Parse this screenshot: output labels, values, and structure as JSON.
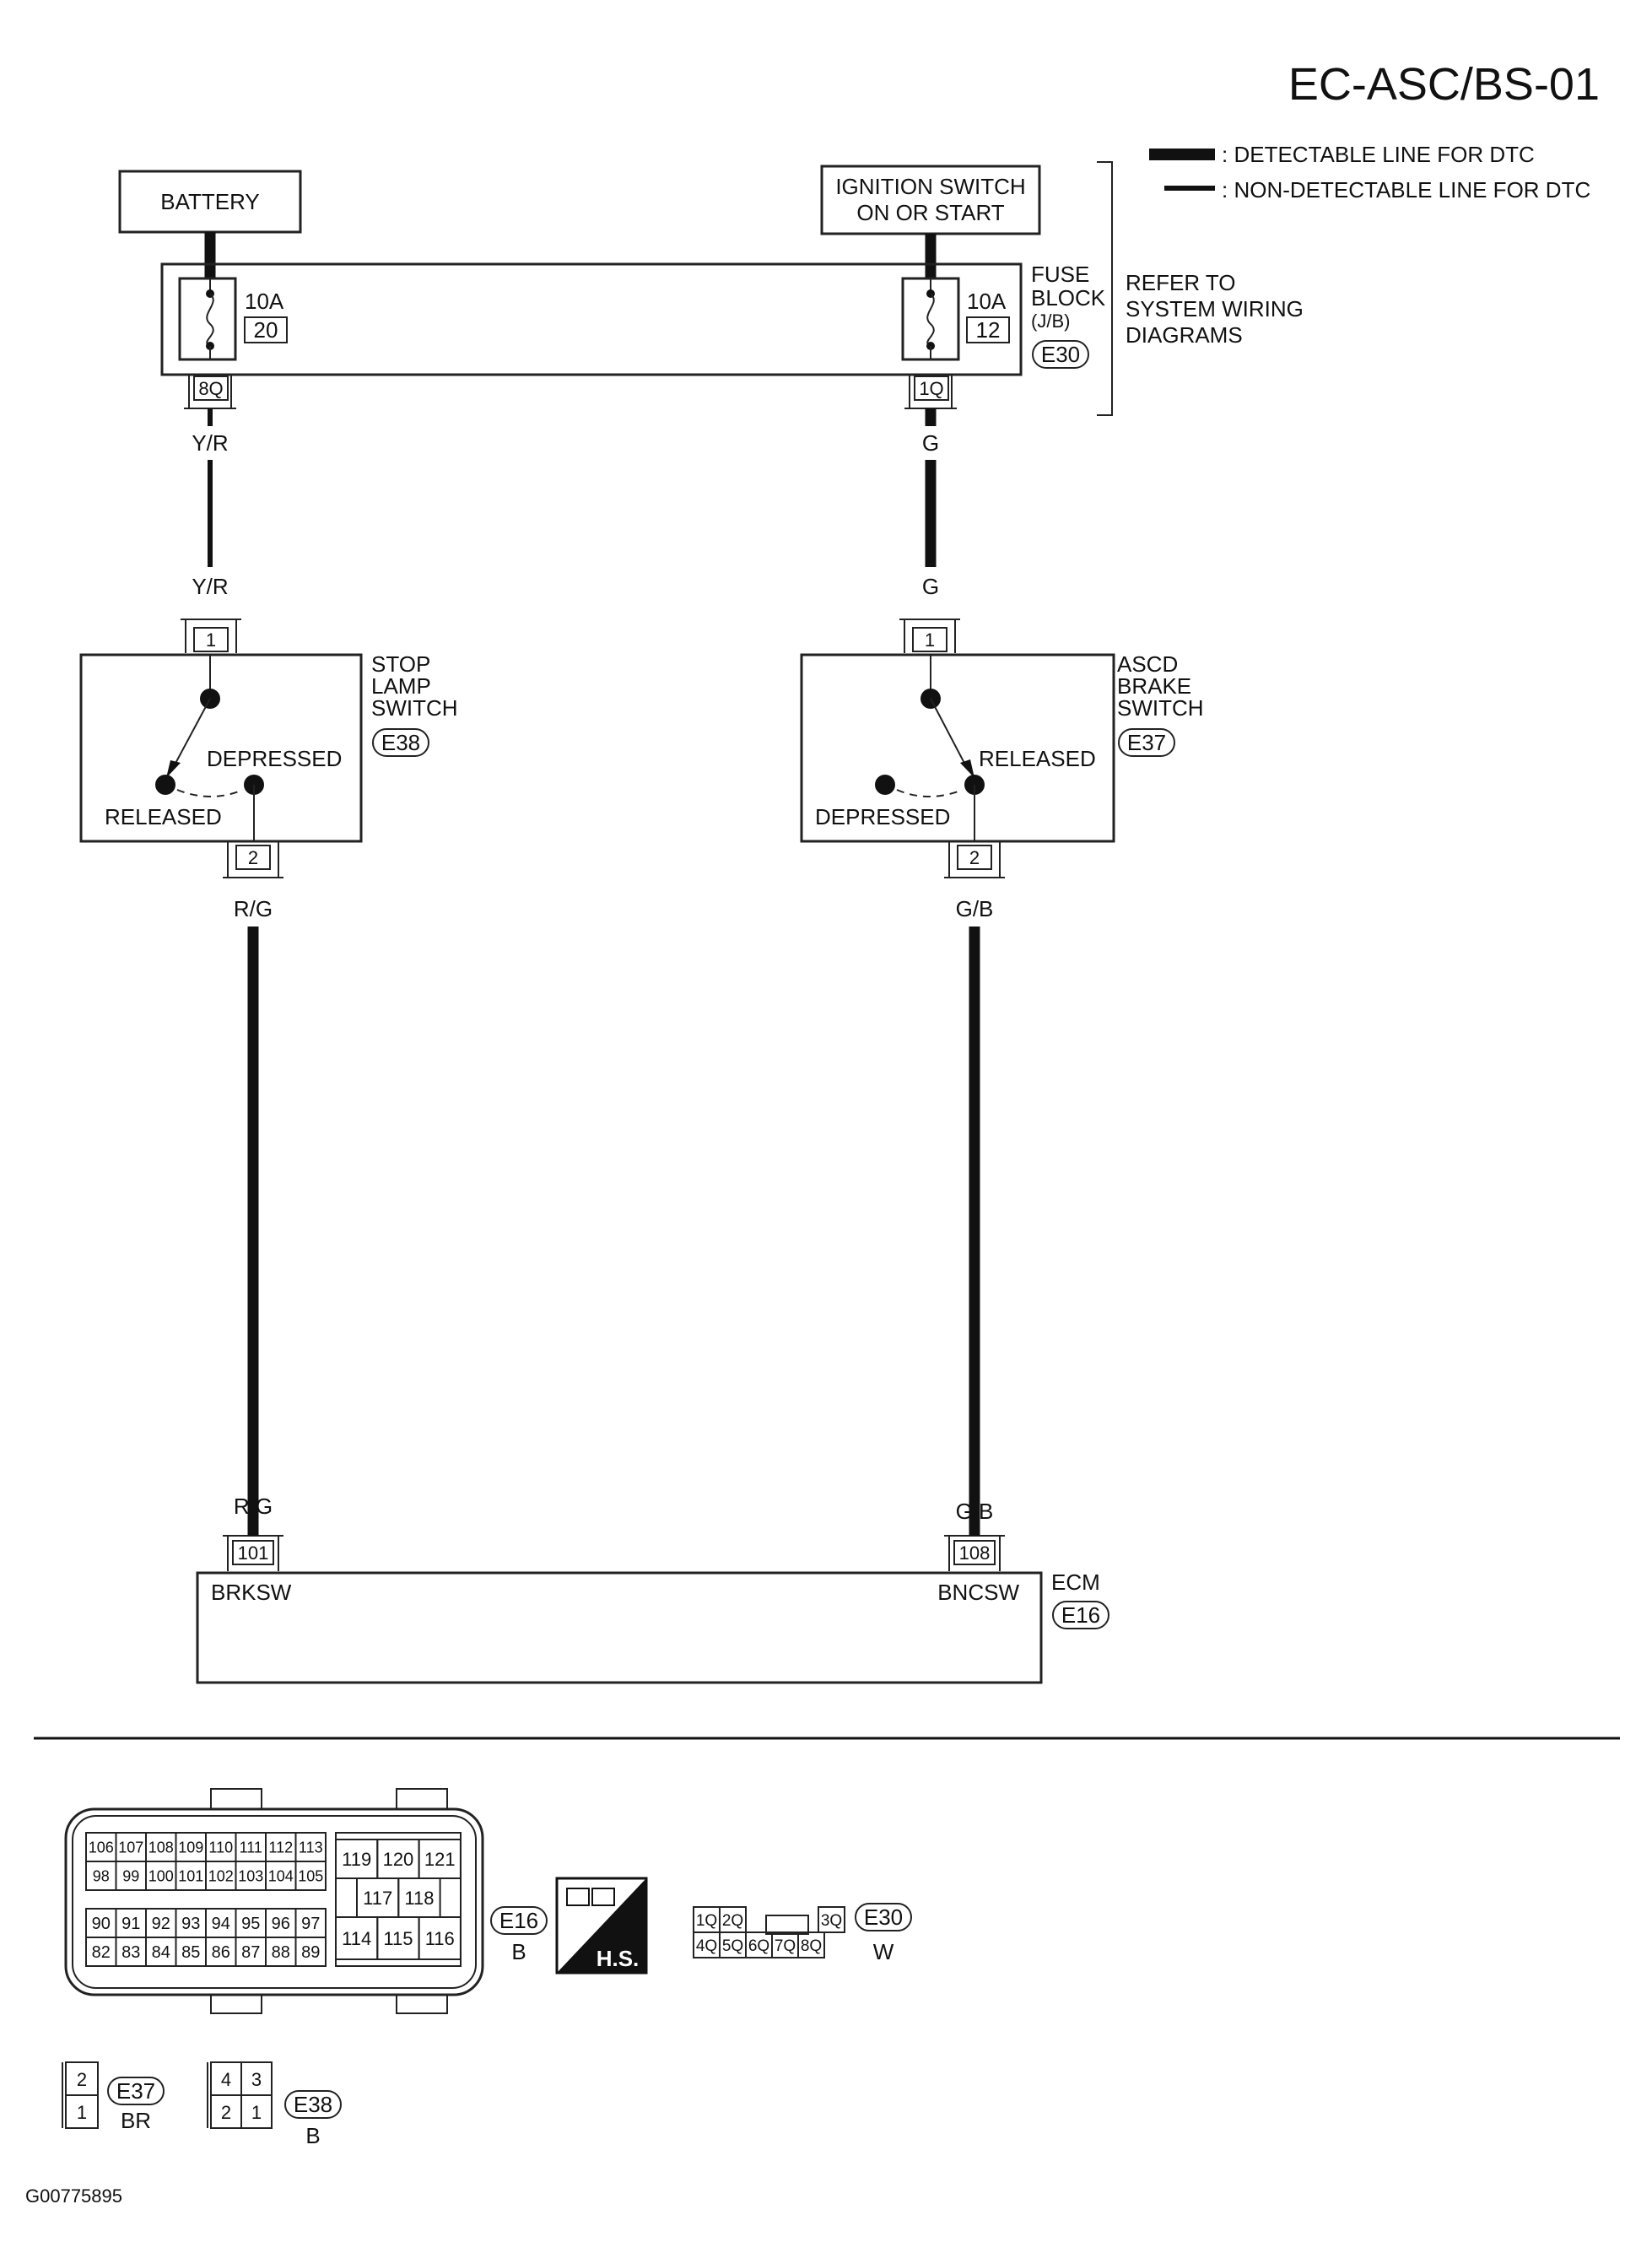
{
  "title": "EC-ASC/BS-01",
  "legend": {
    "detectable": ": DETECTABLE LINE FOR DTC",
    "non_detectable": ": NON-DETECTABLE LINE FOR DTC"
  },
  "refer_note": {
    "line1": "REFER TO",
    "line2": "SYSTEM WIRING",
    "line3": "DIAGRAMS"
  },
  "battery": {
    "label": "BATTERY"
  },
  "ignition": {
    "line1": "IGNITION SWITCH",
    "line2": "ON OR START"
  },
  "fuse_block": {
    "line1": "FUSE",
    "line2": "BLOCK",
    "line3": "(J/B)",
    "connector": "E30",
    "left_fuse": {
      "rating": "10A",
      "number": "20",
      "terminal": "8Q"
    },
    "right_fuse": {
      "rating": "10A",
      "number": "12",
      "terminal": "1Q"
    }
  },
  "wires": {
    "left_top": "Y/R",
    "left_top2": "Y/R",
    "right_top": "G",
    "right_top2": "G",
    "left_bottom": "R/G",
    "left_bottom2": "R/G",
    "right_bottom": "G/B",
    "right_bottom2": "G/B"
  },
  "stop_lamp_switch": {
    "line1": "STOP",
    "line2": "LAMP",
    "line3": "SWITCH",
    "connector": "E38",
    "pin_in": "1",
    "pin_out": "2",
    "state_a": "DEPRESSED",
    "state_b": "RELEASED"
  },
  "ascd_brake_switch": {
    "line1": "ASCD",
    "line2": "BRAKE",
    "line3": "SWITCH",
    "connector": "E37",
    "pin_in": "1",
    "pin_out": "2",
    "state_a": "RELEASED",
    "state_b": "DEPRESSED"
  },
  "ecm": {
    "label": "ECM",
    "connector": "E16",
    "pin_left": "101",
    "pin_right": "108",
    "term_left": "BRKSW",
    "term_right": "BNCSW"
  },
  "connector_views": {
    "e16": {
      "id": "E16",
      "color": "B",
      "row1": [
        "106",
        "107",
        "108",
        "109",
        "110",
        "111",
        "112",
        "113"
      ],
      "row2": [
        "98",
        "99",
        "100",
        "101",
        "102",
        "103",
        "104",
        "105"
      ],
      "row3": [
        "90",
        "91",
        "92",
        "93",
        "94",
        "95",
        "96",
        "97"
      ],
      "row4": [
        "82",
        "83",
        "84",
        "85",
        "86",
        "87",
        "88",
        "89"
      ],
      "block_top": [
        "119",
        "120",
        "121"
      ],
      "block_mid": [
        "117",
        "118"
      ],
      "block_bot": [
        "114",
        "115",
        "116"
      ]
    },
    "hs_label": "H.S.",
    "e30": {
      "id": "E30",
      "color": "W",
      "row1": [
        "1Q",
        "2Q",
        "3Q"
      ],
      "row2": [
        "4Q",
        "5Q",
        "6Q",
        "7Q",
        "8Q"
      ]
    },
    "e37": {
      "id": "E37",
      "color": "BR",
      "top": "2",
      "bottom": "1"
    },
    "e38": {
      "id": "E38",
      "color": "B",
      "top": [
        "4",
        "3"
      ],
      "bottom": [
        "2",
        "1"
      ]
    }
  },
  "figure_code": "G00775895"
}
